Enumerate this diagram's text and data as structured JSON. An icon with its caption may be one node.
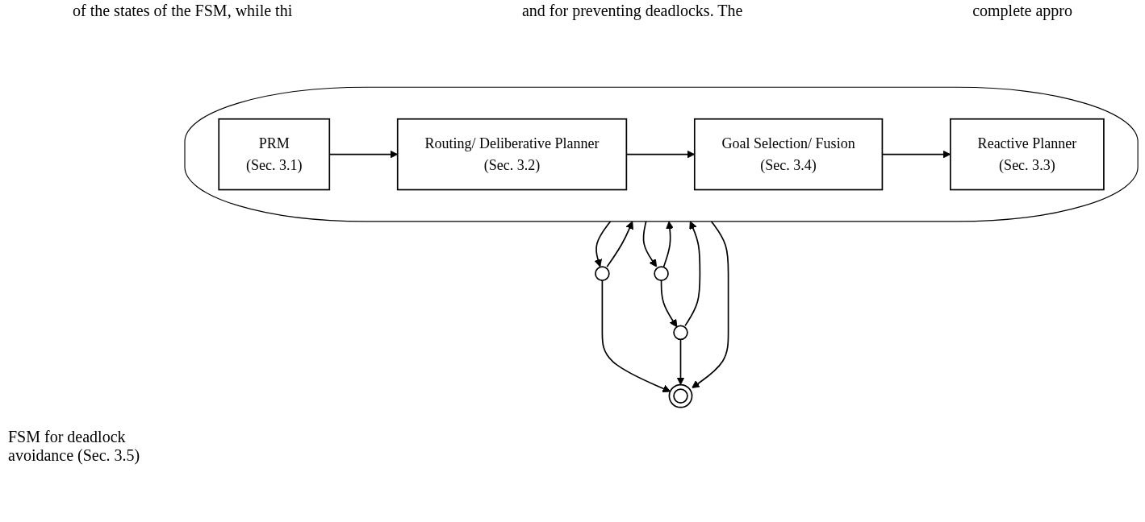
{
  "diagram": {
    "nodes": [
      {
        "text": [],
        "shape": "ellipse"
      },
      {
        "text": [
          "PRM",
          "(Sec. 3.1)"
        ],
        "in": 0
      },
      {
        "text": [
          "Routing/ Deliberative Planner",
          "(Sec. 3.2)"
        ],
        "in": 0
      },
      {
        "text": [
          "Goal Selection/ Fusion",
          "(Sec. 3.4)"
        ],
        "in": 0
      },
      {
        "text": [
          "Reactive Planner",
          "(Sec. 3.3)"
        ],
        "in": 0
      },
      {
        "text": [],
        "shape": "circle"
      },
      {
        "text": [],
        "shape": "circle"
      },
      {
        "text": [],
        "shape": "circle"
      },
      {
        "text": [],
        "shape": "circle"
      }
    ],
    "edges": [
      {
        "from": 1,
        "to": 2,
        "arrow": "to"
      },
      {
        "from": 2,
        "to": 3,
        "arrow": "to"
      },
      {
        "from": 3,
        "to": 4,
        "arrow": "to"
      },
      {
        "from": 5,
        "to": 0,
        "arrow": "to"
      },
      {
        "from": 0,
        "to": 5,
        "arrow": "to"
      },
      {
        "from": 0,
        "to": 8,
        "arrow": "to"
      },
      {
        "from": 7,
        "to": 0,
        "arrow": "to"
      },
      {
        "from": 6,
        "to": 0,
        "arrow": "to"
      },
      {
        "from": 0,
        "to": 6,
        "arrow": "to"
      },
      {
        "from": 6,
        "to": 7,
        "arrow": "to"
      },
      {
        "from": 5,
        "to": 8,
        "arrow": "to"
      },
      {
        "from": 7,
        "to": 8,
        "arrow": "to"
      }
    ],
    "labels": [
      "of the states of the FSM, while thi",
      "and for preventing deadlocks. The",
      "complete appro",
      "FSM for deadlock avoidance (Sec. 3.5)"
    ]
  }
}
